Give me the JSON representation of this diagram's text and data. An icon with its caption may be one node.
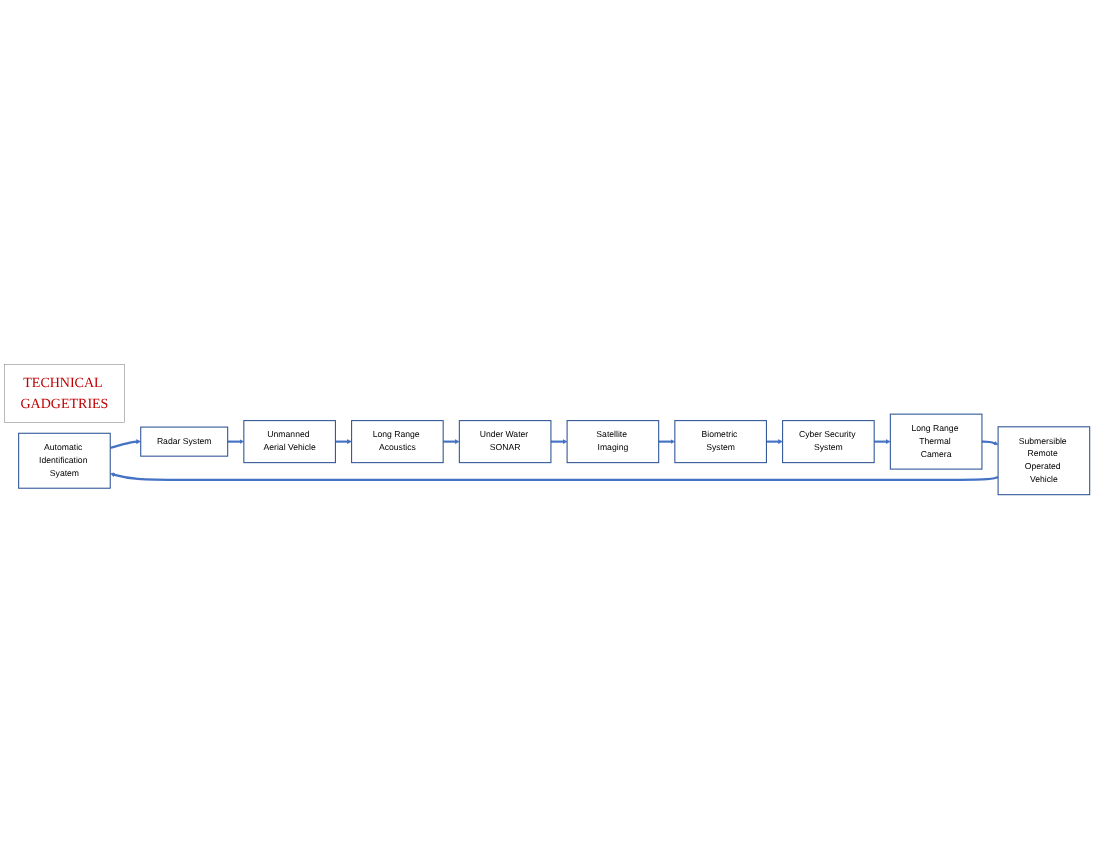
{
  "diagram": {
    "nodes": [
      {
        "text": [
          "TECHNICAL GADGETRIES"
        ]
      },
      {
        "text": [
          "Automatic Identification Syatem"
        ]
      },
      {
        "text": [
          "Radar System"
        ]
      },
      {
        "text": [
          "Unmanned Aerial Vehicle"
        ]
      },
      {
        "text": [
          "Long Range Acoustics"
        ]
      },
      {
        "text": [
          "Under Water SONAR"
        ]
      },
      {
        "text": [
          "Satellite Imaging"
        ]
      },
      {
        "text": [
          "Biometric System"
        ]
      },
      {
        "text": [
          "Cyber Security System"
        ]
      },
      {
        "text": [
          "Long Range Thermal Camera"
        ]
      },
      {
        "text": [
          "Submersible Remote Operated Vehicle"
        ]
      }
    ],
    "edges": [
      {
        "from": 1,
        "to": 2,
        "arrow": "to"
      },
      {
        "from": 2,
        "to": 3,
        "arrow": "to"
      },
      {
        "from": 3,
        "to": 4,
        "arrow": "to"
      },
      {
        "from": 4,
        "to": 5,
        "arrow": "to"
      },
      {
        "from": 5,
        "to": 6,
        "arrow": "to"
      },
      {
        "from": 6,
        "to": 7,
        "arrow": "to"
      },
      {
        "from": 7,
        "to": 8,
        "arrow": "to"
      },
      {
        "from": 8,
        "to": 9,
        "arrow": "to"
      },
      {
        "from": 9,
        "to": 10,
        "arrow": "to"
      },
      {
        "from": 10,
        "to": 1,
        "arrow": "to"
      }
    ]
  }
}
